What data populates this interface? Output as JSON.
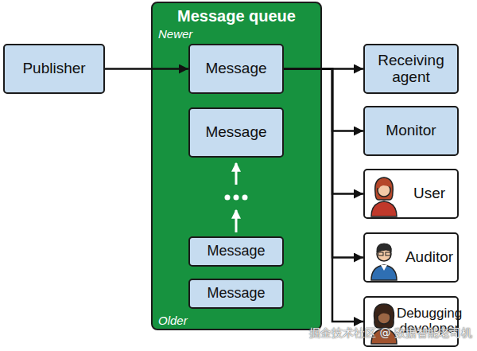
{
  "diagram": {
    "nodes": [
      {
        "text": [
          "Publisher"
        ]
      },
      {
        "text": [
          "Message queue",
          "Newer",
          "Older"
        ]
      },
      {
        "text": [
          "Message"
        ],
        "in": 1
      },
      {
        "text": [
          "Message"
        ],
        "in": 1
      },
      {
        "text": [
          "Message"
        ],
        "in": 1
      },
      {
        "text": [
          "Message"
        ],
        "in": 1
      },
      {
        "text": [
          "Receiving agent"
        ]
      },
      {
        "text": [
          "Monitor"
        ]
      },
      {
        "text": [
          "User"
        ]
      },
      {
        "text": [
          "Auditor"
        ]
      },
      {
        "text": [
          "Debugging developer"
        ]
      }
    ],
    "edges": [
      {
        "from": 0,
        "to": 2,
        "arrow": "to"
      },
      {
        "from": 2,
        "to": 6,
        "arrow": "to"
      },
      {
        "from": 2,
        "to": 7,
        "arrow": "to"
      },
      {
        "from": 2,
        "to": 8,
        "arrow": "to"
      },
      {
        "from": 2,
        "to": 9,
        "arrow": "to"
      },
      {
        "from": 2,
        "to": 10,
        "arrow": "to"
      }
    ],
    "labels": [
      "掘金技术社区 @ 数据智能老司机"
    ]
  }
}
